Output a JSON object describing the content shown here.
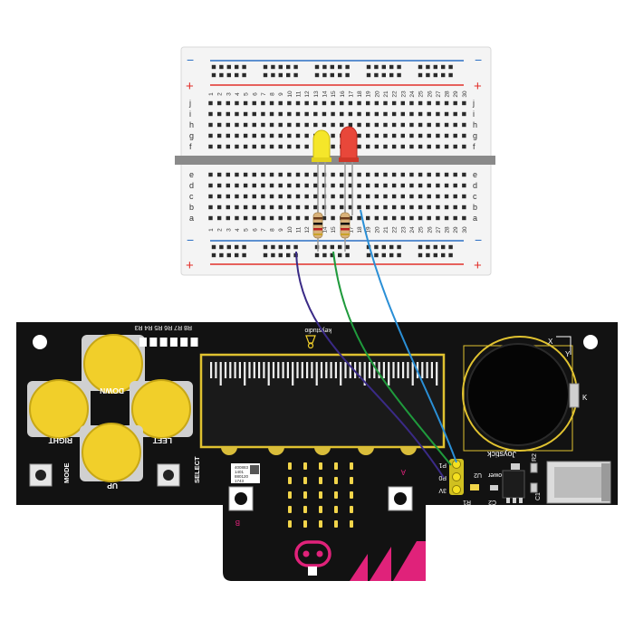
{
  "breadboard": {
    "row_letters_top": [
      "j",
      "i",
      "h",
      "g",
      "f"
    ],
    "row_letters_bottom": [
      "e",
      "d",
      "c",
      "b",
      "a"
    ],
    "column_numbers": [
      "1",
      "2",
      "3",
      "4",
      "5",
      "6",
      "7",
      "8",
      "9",
      "10",
      "11",
      "12",
      "13",
      "14",
      "15",
      "16",
      "17",
      "18",
      "19",
      "20",
      "21",
      "22",
      "23",
      "24",
      "25",
      "26",
      "27",
      "28",
      "29",
      "30"
    ],
    "rail_minus": "−",
    "rail_plus": "+",
    "colors": {
      "rail_blue": "#2b6fc4",
      "rail_red": "#e2302a",
      "body": "#f4f4f4",
      "center_channel": "#8a8a8a"
    }
  },
  "leds": [
    {
      "name": "yellow-led",
      "color": "#f5e62a"
    },
    {
      "name": "red-led",
      "color": "#e8473a"
    }
  ],
  "wires": [
    {
      "name": "purple-wire",
      "color": "#3a2a86"
    },
    {
      "name": "green-wire",
      "color": "#1f9a3c"
    },
    {
      "name": "blue-wire",
      "color": "#2a8fd6"
    }
  ],
  "board": {
    "brand": "keystudio",
    "button_labels": {
      "up": "UP",
      "down": "DOWN",
      "left": "LEFT",
      "right": "RIGHT"
    },
    "mode_label": "MODE",
    "select_label": "SELECT",
    "joystick_label": "Joystick",
    "joystick_axes": {
      "x": "X",
      "y": "Y",
      "k": "K"
    },
    "resistor_labels": "R8 R7 R6 R5 R4 R3",
    "pin_labels": [
      "P1",
      "P0",
      "3V"
    ],
    "component_labels": {
      "r2": "R2",
      "power": "power",
      "u2": "U2",
      "r1": "R1",
      "c2": "C2",
      "c1": "C1"
    },
    "microbit": {
      "label_a": "A",
      "label_b": "B"
    },
    "qr_lines": [
      "400883",
      "1401",
      "880120",
      "1743"
    ],
    "colors": {
      "pcb": "#121212",
      "button_yellow": "#f1cf2a",
      "silk": "#ffffff",
      "matrix_led": "#f2d54a",
      "accent_pink": "#e0227a"
    }
  }
}
